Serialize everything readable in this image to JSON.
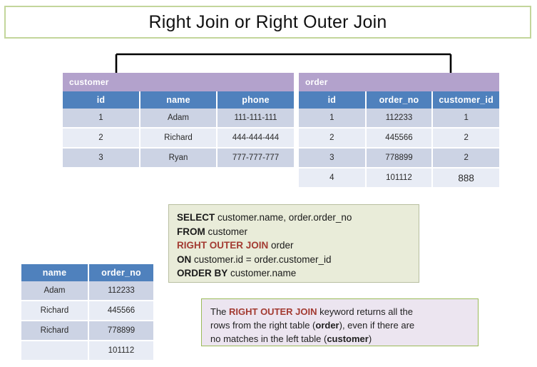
{
  "slide": {
    "title": "Right Join or Right Outer Join",
    "title_border_color": "#c3d69b"
  },
  "colors": {
    "table_band": "#b3a2cc",
    "table_header": "#4f81bd",
    "row_odd": "#ccd3e4",
    "row_even": "#e8ecf5",
    "sql_background": "#e9ecd9",
    "note_background": "#ece5f0",
    "note_border": "#9bbb59",
    "keyword_red": "#a33b32"
  },
  "customer_table": {
    "name": "customer",
    "columns": [
      "id",
      "name",
      "phone"
    ],
    "rows": [
      [
        "1",
        "Adam",
        "111-111-111"
      ],
      [
        "2",
        "Richard",
        "444-444-444"
      ],
      [
        "3",
        "Ryan",
        "777-777-777"
      ]
    ]
  },
  "order_table": {
    "name": "order",
    "columns": [
      "id",
      "order_no",
      "customer_id"
    ],
    "rows": [
      [
        "1",
        "112233",
        "1"
      ],
      [
        "2",
        "445566",
        "2"
      ],
      [
        "3",
        "778899",
        "2"
      ],
      [
        "4",
        "101112",
        "888"
      ]
    ]
  },
  "result_table": {
    "columns": [
      "name",
      "order_no"
    ],
    "rows": [
      [
        "Adam",
        "112233"
      ],
      [
        "Richard",
        "445566"
      ],
      [
        "Richard",
        "778899"
      ],
      [
        "",
        "101112"
      ]
    ]
  },
  "sql": {
    "lines": [
      {
        "keyword": "SELECT",
        "rest": " customer.name,  order.order_no",
        "style": "normal"
      },
      {
        "keyword": "FROM",
        "rest": " customer",
        "style": "normal"
      },
      {
        "keyword": "RIGHT OUTER JOIN",
        "rest": " order",
        "style": "join"
      },
      {
        "keyword": "ON",
        "rest": " customer.id = order.customer_id",
        "style": "normal"
      },
      {
        "keyword": "ORDER BY",
        "rest": " customer.name",
        "style": "normal"
      }
    ]
  },
  "note": {
    "line1_a": "The ",
    "line1_em": "RIGHT OUTER JOIN",
    "line1_b": " keyword returns all the",
    "line2_a": "rows from the right table (",
    "line2_b": "order",
    "line2_c": "), even if there are",
    "line3_a": "no matches in the left table (",
    "line3_b": "customer",
    "line3_c": ")"
  },
  "connector": {
    "label": "join-relationship-arrow",
    "from_column": "customer.id",
    "to_column": "order.customer_id"
  }
}
